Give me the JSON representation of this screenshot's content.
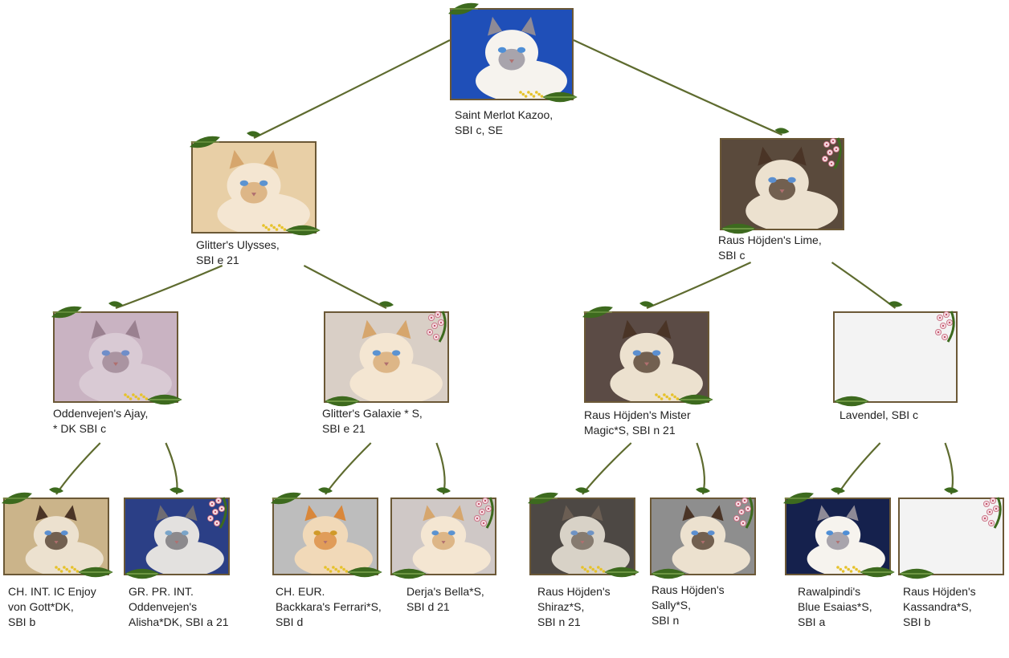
{
  "cats": [
    {
      "id": "root",
      "name": "Saint Merlot Kazoo,",
      "breed": "SBI c, SE",
      "coat": "white",
      "bg": "#1f4fb8",
      "empty": false,
      "deco": "mimosa"
    },
    {
      "id": "sire",
      "name": "Glitter's Ulysses,",
      "breed": "SBI e 21",
      "coat": "cream",
      "bg": "#e8cfa6",
      "empty": false,
      "deco": "mimosa"
    },
    {
      "id": "dam",
      "name": "Raus Höjden's Lime,",
      "breed": "SBI c",
      "coat": "seal",
      "bg": "#5a4a3c",
      "empty": false,
      "deco": "blossom"
    },
    {
      "id": "ss",
      "name": "Oddenvejen's Ajay,",
      "breed": "* DK SBI c",
      "coat": "lilac",
      "bg": "#c9b3c2",
      "empty": false,
      "deco": "mimosa"
    },
    {
      "id": "sd",
      "name": "Glitter's Galaxie * S,",
      "breed": "SBI e 21",
      "coat": "cream",
      "bg": "#d9cfc6",
      "empty": false,
      "deco": "blossom"
    },
    {
      "id": "ds",
      "name": "Raus Höjden's Mister",
      "breed": "Magic*S, SBI n 21",
      "coat": "seal",
      "bg": "#5b4b45",
      "empty": false,
      "deco": "mimosa"
    },
    {
      "id": "dd",
      "name": "Lavendel, SBI c",
      "breed": "",
      "coat": "none",
      "bg": "#f3f3f3",
      "empty": true,
      "deco": "blossom"
    },
    {
      "id": "sss",
      "name": "CH. INT. IC Enjoy",
      "breed": "von Gott*DK,",
      "extra": "SBI b",
      "coat": "seal",
      "bg": "#cbb48a",
      "empty": false,
      "deco": "mimosa"
    },
    {
      "id": "ssd",
      "name": "GR. PR. INT.",
      "breed": "Oddenvejen's",
      "extra": "Alisha*DK, SBI a 21",
      "coat": "blue",
      "bg": "#2b3f86",
      "empty": false,
      "deco": "blossom"
    },
    {
      "id": "sds",
      "name": "CH. EUR.",
      "breed": "Backkara's Ferrari*S,",
      "extra": "SBI d",
      "coat": "red",
      "bg": "#bdbdbd",
      "empty": false,
      "deco": "mimosa"
    },
    {
      "id": "sdd",
      "name": "Derja's Bella*S,",
      "breed": "SBI d 21",
      "coat": "cream",
      "bg": "#cfc8c6",
      "empty": false,
      "deco": "blossom"
    },
    {
      "id": "dss",
      "name": "Raus Höjden's",
      "breed": "Shiraz*S,",
      "extra": "SBI n 21",
      "coat": "tabby",
      "bg": "#4d4844",
      "empty": false,
      "deco": "mimosa"
    },
    {
      "id": "dsd",
      "name": "Raus Höjden's",
      "breed": "Sally*S,",
      "extra": "SBI n",
      "coat": "seal",
      "bg": "#8e8e8e",
      "empty": false,
      "deco": "blossom"
    },
    {
      "id": "dds",
      "name": "Rawalpindi's",
      "breed": "Blue Esaias*S,",
      "extra": "SBI a",
      "coat": "white",
      "bg": "#15214d",
      "empty": false,
      "deco": "mimosa"
    },
    {
      "id": "ddd",
      "name": "Raus Höjden's",
      "breed": "Kassandra*S,",
      "extra": "SBI b",
      "coat": "none",
      "bg": "#f3f3f3",
      "empty": true,
      "deco": "blossom"
    }
  ],
  "colors": {
    "frame": "#6b5836",
    "branch": "#5e6b2f",
    "leaf": "#3d6a1e",
    "mimosa": "#e6c22b",
    "blossom": "#f4d7de"
  }
}
